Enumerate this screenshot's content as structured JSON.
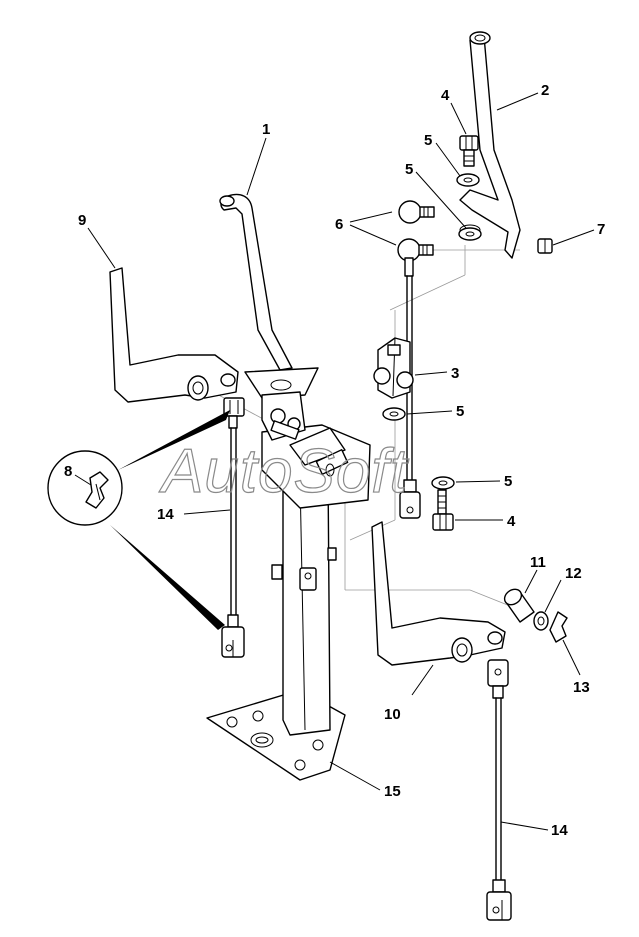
{
  "watermark": "AutoSoft",
  "callouts": {
    "c1": "1",
    "c2": "2",
    "c3": "3",
    "c4a": "4",
    "c4b": "4",
    "c5a": "5",
    "c5b": "5",
    "c5c": "5",
    "c5d": "5",
    "c6": "6",
    "c7": "7",
    "c8": "8",
    "c9": "9",
    "c10": "10",
    "c11": "11",
    "c12": "12",
    "c13": "13",
    "c14a": "14",
    "c14b": "14",
    "c15": "15"
  }
}
